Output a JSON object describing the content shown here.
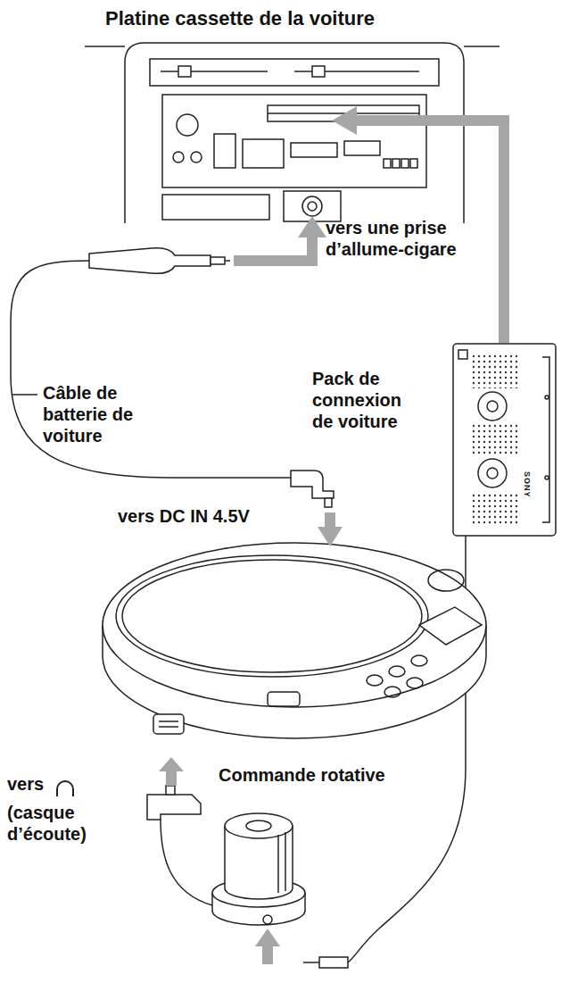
{
  "diagram": {
    "labels": [
      "Platine cassette de la voiture",
      "vers une prise d’allume-cigare",
      "Câble de batterie de voiture",
      "Pack de connexion de voiture",
      "vers DC IN 4.5V",
      "vers",
      "(casque d’écoute)",
      "Commande rotative",
      "SONY"
    ]
  }
}
